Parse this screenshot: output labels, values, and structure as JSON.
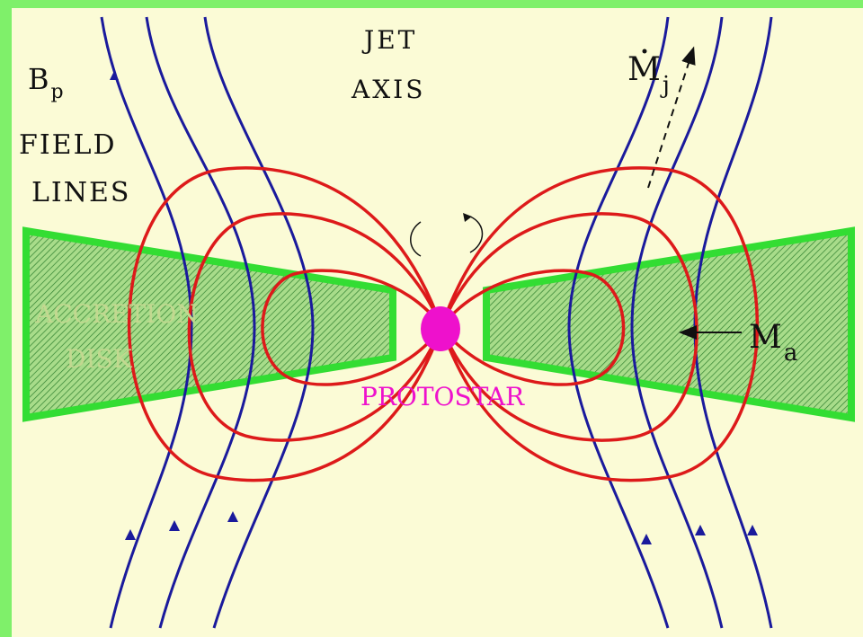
{
  "labels": {
    "bp_letter": "B",
    "bp_subscript": "p",
    "field_line1": "FIELD",
    "field_line2": "LINES",
    "jet_line1": "JET",
    "jet_line2": "AXIS",
    "mj_letter": "M",
    "mj_subscript": "j",
    "ma_letter": "M",
    "ma_subscript": "a",
    "disk_line1": "ACCRETION",
    "disk_line2": "DISK",
    "protostar": "PROTOSTAR"
  },
  "colors": {
    "frame": "#7ff06a",
    "background": "#fbfbd6",
    "field_lines_poloidal": "#1a1a9c",
    "field_loops": "#dd1a1a",
    "disk_outline": "#33dd33",
    "disk_hatch": "#2f7f2f",
    "protostar": "#ee11cc",
    "text": "#111111"
  }
}
